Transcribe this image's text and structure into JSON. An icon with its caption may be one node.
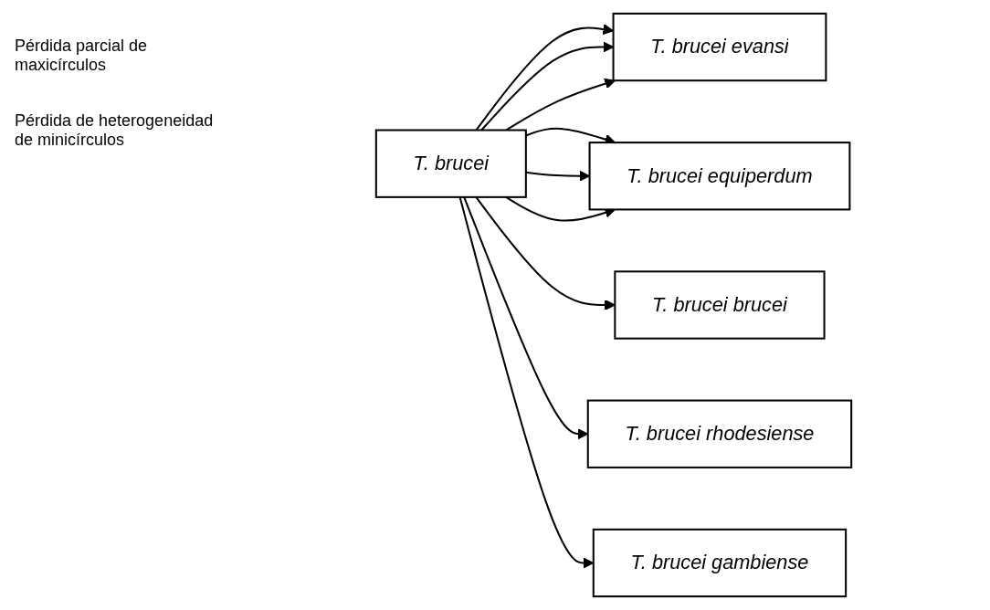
{
  "diagram": {
    "nodes": [
      {
        "text": [
          "T. brucei evansi"
        ]
      },
      {
        "text": [
          "T. brucei equiperdum"
        ]
      },
      {
        "text": [
          "T. brucei"
        ]
      },
      {
        "text": [
          "T. brucei brucei"
        ]
      },
      {
        "text": [
          "T. brucei rhodesiense"
        ]
      },
      {
        "text": [
          "T. brucei gambiense"
        ]
      }
    ],
    "edges": [
      {
        "from": 2,
        "to": 0,
        "arrow": "to"
      },
      {
        "from": 2,
        "to": 0,
        "arrow": "to"
      },
      {
        "from": 2,
        "to": 0,
        "arrow": "to"
      },
      {
        "from": 2,
        "to": 1,
        "arrow": "to"
      },
      {
        "from": 2,
        "to": 1,
        "arrow": "to"
      },
      {
        "from": 2,
        "to": 1,
        "arrow": "to"
      },
      {
        "from": 2,
        "to": 3,
        "arrow": "to"
      },
      {
        "from": 2,
        "to": 4,
        "arrow": "to"
      },
      {
        "from": 2,
        "to": 5,
        "arrow": "to"
      }
    ],
    "labels": [
      "Pérdida parcial de maxicírculos",
      "Pérdida de heterogeneidad de minicírculos"
    ]
  }
}
